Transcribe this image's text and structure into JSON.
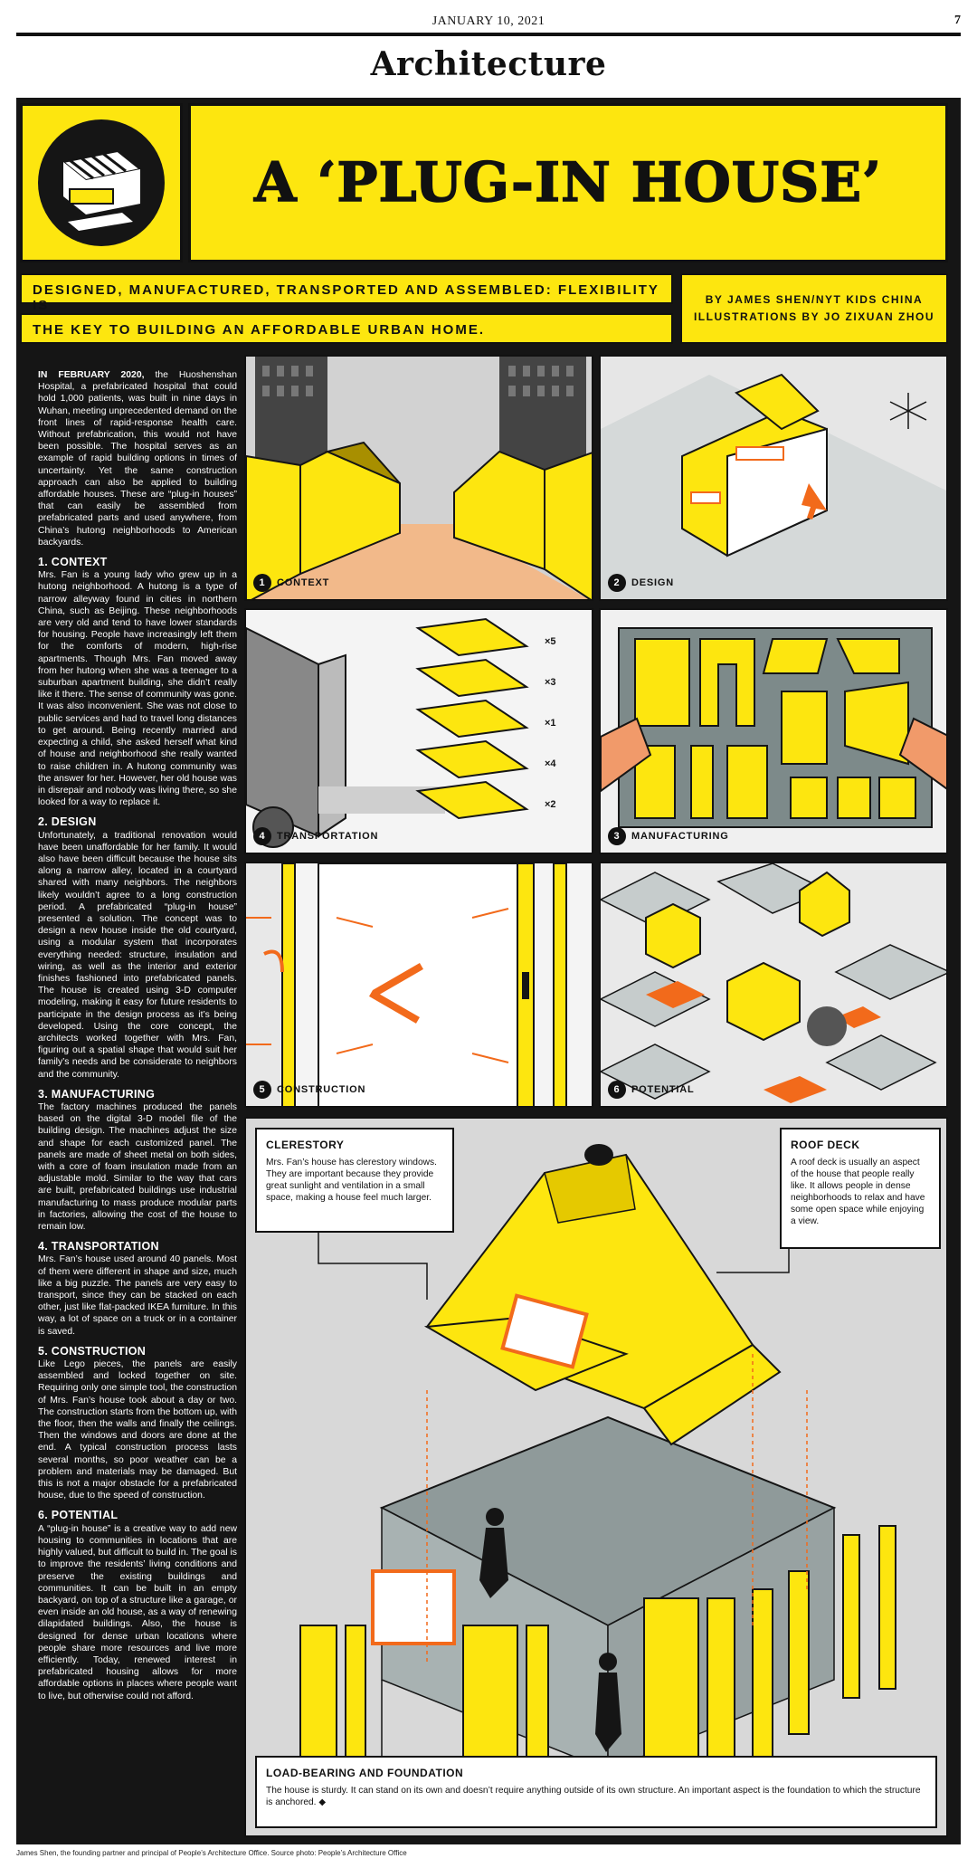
{
  "masthead": {
    "date": "JANUARY 10, 2021",
    "page": "7"
  },
  "section": "Architecture",
  "title": "A ‘PLUG-IN HOUSE’",
  "subtitle": {
    "line1": "DESIGNED, MANUFACTURED, TRANSPORTED AND ASSEMBLED: FLEXIBILITY IS",
    "line2": "THE KEY TO BUILDING AN AFFORDABLE URBAN HOME."
  },
  "byline": {
    "author": "BY JAMES SHEN/NYT KIDS CHINA",
    "illustrator": "ILLUSTRATIONS BY JO ZIXUAN ZHOU"
  },
  "article": {
    "intro_lead": "IN FEBRUARY 2020,",
    "intro": " the Huoshenshan Hospital, a prefabricated hospital that could hold 1,000 patients, was built in nine days in Wuhan, meeting unprecedented demand on the front lines of rapid-response health care. Without prefabrication, this would not have been possible. The hospital serves as an example of rapid building options in times of uncertainty. Yet the same construction approach can also be applied to building affordable houses. These are “plug-in houses” that can easily be assembled from prefabricated parts and used anywhere, from China’s hutong neighborhoods to American backyards.",
    "sections": [
      {
        "heading": "1. CONTEXT",
        "body": "Mrs. Fan is a young lady who grew up in a hutong neighborhood. A hutong is a type of narrow alleyway found in cities in northern China, such as Beijing. These neighborhoods are very old and tend to have lower standards for housing. People have increasingly left them for the comforts of modern, high-rise apartments. Though Mrs. Fan moved away from her hutong when she was a teenager to a suburban apartment building, she didn’t really like it there. The sense of community was gone. It was also inconvenient. She was not close to public services and had to travel long distances to get around. Being recently married and expecting a child, she asked herself what kind of house and neighborhood she really wanted to raise children in. A hutong community was the answer for her. However, her old house was in disrepair and nobody was living there, so she looked for a way to replace it."
      },
      {
        "heading": "2. DESIGN",
        "body": "Unfortunately, a traditional renovation would have been unaffordable for her family. It would also have been difficult because the house sits along a narrow alley, located in a courtyard shared with many neighbors. The neighbors likely wouldn’t agree to a long construction period. A prefabricated “plug-in house” presented a solution. The concept was to design a new house inside the old courtyard, using a modular system that incorporates everything needed: structure, insulation and wiring, as well as the interior and exterior finishes fashioned into prefabricated panels. The house is created using 3-D computer modeling, making it easy for future residents to participate in the design process as it’s being developed. Using the core concept, the architects worked together with Mrs. Fan, figuring out a spatial shape that would suit her family’s needs and be considerate to neighbors and the community."
      },
      {
        "heading": "3. MANUFACTURING",
        "body": "The factory machines produced the panels based on the digital 3-D model file of the building design. The machines adjust the size and shape for each customized panel. The panels are made of sheet metal on both sides, with a core of foam insulation made from an adjustable mold. Similar to the way that cars are built, prefabricated buildings use industrial manufacturing to mass produce modular parts in factories, allowing the cost of the house to remain low."
      },
      {
        "heading": "4. TRANSPORTATION",
        "body": "Mrs. Fan’s house used around 40 panels. Most of them were different in shape and size, much like a big puzzle. The panels are very easy to transport, since they can be stacked on each other, just like flat-packed IKEA furniture. In this way, a lot of space on a truck or in a container is saved."
      },
      {
        "heading": "5. CONSTRUCTION",
        "body": "Like Lego pieces, the panels are easily assembled and locked together on site. Requiring only one simple tool, the construction of Mrs. Fan’s house took about a day or two. The construction starts from the bottom up, with the floor, then the walls and finally the ceilings. Then the windows and doors are done at the end. A typical construction process lasts several months, so poor weather can be a problem and materials may be damaged. But this is not a major obstacle for a prefabricated house, due to the speed of construction."
      },
      {
        "heading": "6. POTENTIAL",
        "body": "A “plug-in house” is a creative way to add new housing to communities in locations that are highly valued, but difficult to build in. The goal is to improve the residents’ living conditions and preserve the existing buildings and communities. It can be built in an empty backyard, on top of a structure like a garage, or even inside an old house, as a way of renewing dilapidated buildings. Also, the house is designed for dense urban locations where people share more resources and live more efficiently. Today, renewed interest in prefabricated housing allows for more affordable options in places where people want to live, but otherwise could not afford."
      }
    ]
  },
  "panels": [
    {
      "num": "1",
      "label": "CONTEXT"
    },
    {
      "num": "2",
      "label": "DESIGN"
    },
    {
      "num": "3",
      "label": "MANUFACTURING"
    },
    {
      "num": "4",
      "label": "TRANSPORTATION"
    },
    {
      "num": "5",
      "label": "CONSTRUCTION"
    },
    {
      "num": "6",
      "label": "POTENTIAL"
    }
  ],
  "stack_counts": [
    "×5",
    "×3",
    "×1",
    "×4",
    "×2"
  ],
  "callouts": {
    "clerestory": {
      "heading": "CLERESTORY",
      "body": "Mrs. Fan’s house has clerestory windows. They are important because they provide great sunlight and ventilation in a small space, making a house feel much larger."
    },
    "roof_deck": {
      "heading": "ROOF DECK",
      "body": "A roof deck is usually an aspect of the house that people really like. It allows people in dense neighborhoods to relax and have some open space while enjoying a view."
    },
    "foundation": {
      "heading": "LOAD-BEARING AND FOUNDATION",
      "body": "The house is sturdy. It can stand on its own and doesn’t require anything outside of its own structure. An important aspect is the foundation to which the structure is anchored. ◆"
    }
  },
  "credit": "James Shen, the founding partner and principal of People’s Architecture Office. Source photo: People’s Architecture Office",
  "colors": {
    "yellow": "#fde60f",
    "orange": "#f26a1b",
    "black": "#151515",
    "gray": "#9aa4a4"
  }
}
